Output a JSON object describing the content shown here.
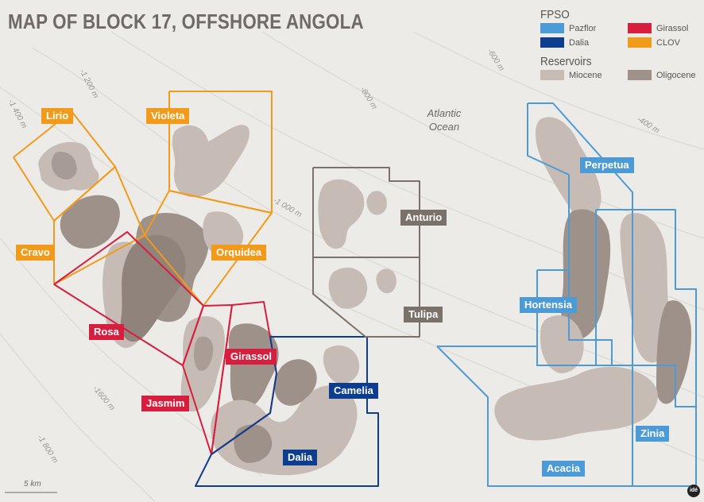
{
  "title": "MAP OF BLOCK 17, OFFSHORE ANGOLA",
  "ocean_label": [
    "Atlantic",
    "Ocean"
  ],
  "scale_label": "5 km",
  "logo_text": "idé",
  "legend": {
    "fpso_heading": "FPSO",
    "fpso_items": [
      {
        "label": "Pazflor",
        "color": "#4d9bd6"
      },
      {
        "label": "Girassol",
        "color": "#d81e3e"
      },
      {
        "label": "Dalia",
        "color": "#0d3d8f"
      },
      {
        "label": "CLOV",
        "color": "#f29a1a"
      }
    ],
    "reservoir_heading": "Reservoirs",
    "reservoir_items": [
      {
        "label": "Miocene",
        "color": "#c6bcb5"
      },
      {
        "label": "Oligocene",
        "color": "#9d918a"
      }
    ]
  },
  "depth_contours": [
    "-1 400 m",
    "-1 200 m",
    "-800 m",
    "-600 m",
    "-400 m",
    "-1 000 m",
    "-1600 m",
    "-1 800 m"
  ],
  "fields": [
    {
      "name": "Lirio",
      "fpso": "CLOV"
    },
    {
      "name": "Violeta",
      "fpso": "CLOV"
    },
    {
      "name": "Cravo",
      "fpso": "CLOV"
    },
    {
      "name": "Orquidea",
      "fpso": "CLOV"
    },
    {
      "name": "Rosa",
      "fpso": "Girassol"
    },
    {
      "name": "Girassol",
      "fpso": "Girassol"
    },
    {
      "name": "Jasmim",
      "fpso": "Girassol"
    },
    {
      "name": "Camelia",
      "fpso": "Dalia"
    },
    {
      "name": "Dalia",
      "fpso": "Dalia"
    },
    {
      "name": "Anturio",
      "fpso": "none"
    },
    {
      "name": "Tulipa",
      "fpso": "none"
    },
    {
      "name": "Perpetua",
      "fpso": "Pazflor"
    },
    {
      "name": "Hortensia",
      "fpso": "Pazflor"
    },
    {
      "name": "Zinia",
      "fpso": "Pazflor"
    },
    {
      "name": "Acacia",
      "fpso": "Pazflor"
    }
  ],
  "colors": {
    "background": "#ecebe8",
    "clov": "#f29a1a",
    "girassol": "#d81e3e",
    "dalia": "#0d3d8f",
    "pazflor": "#4d9bd6",
    "unassigned": "#7b716b",
    "miocene": "#c6bcb5",
    "oligocene": "#9d918a"
  }
}
